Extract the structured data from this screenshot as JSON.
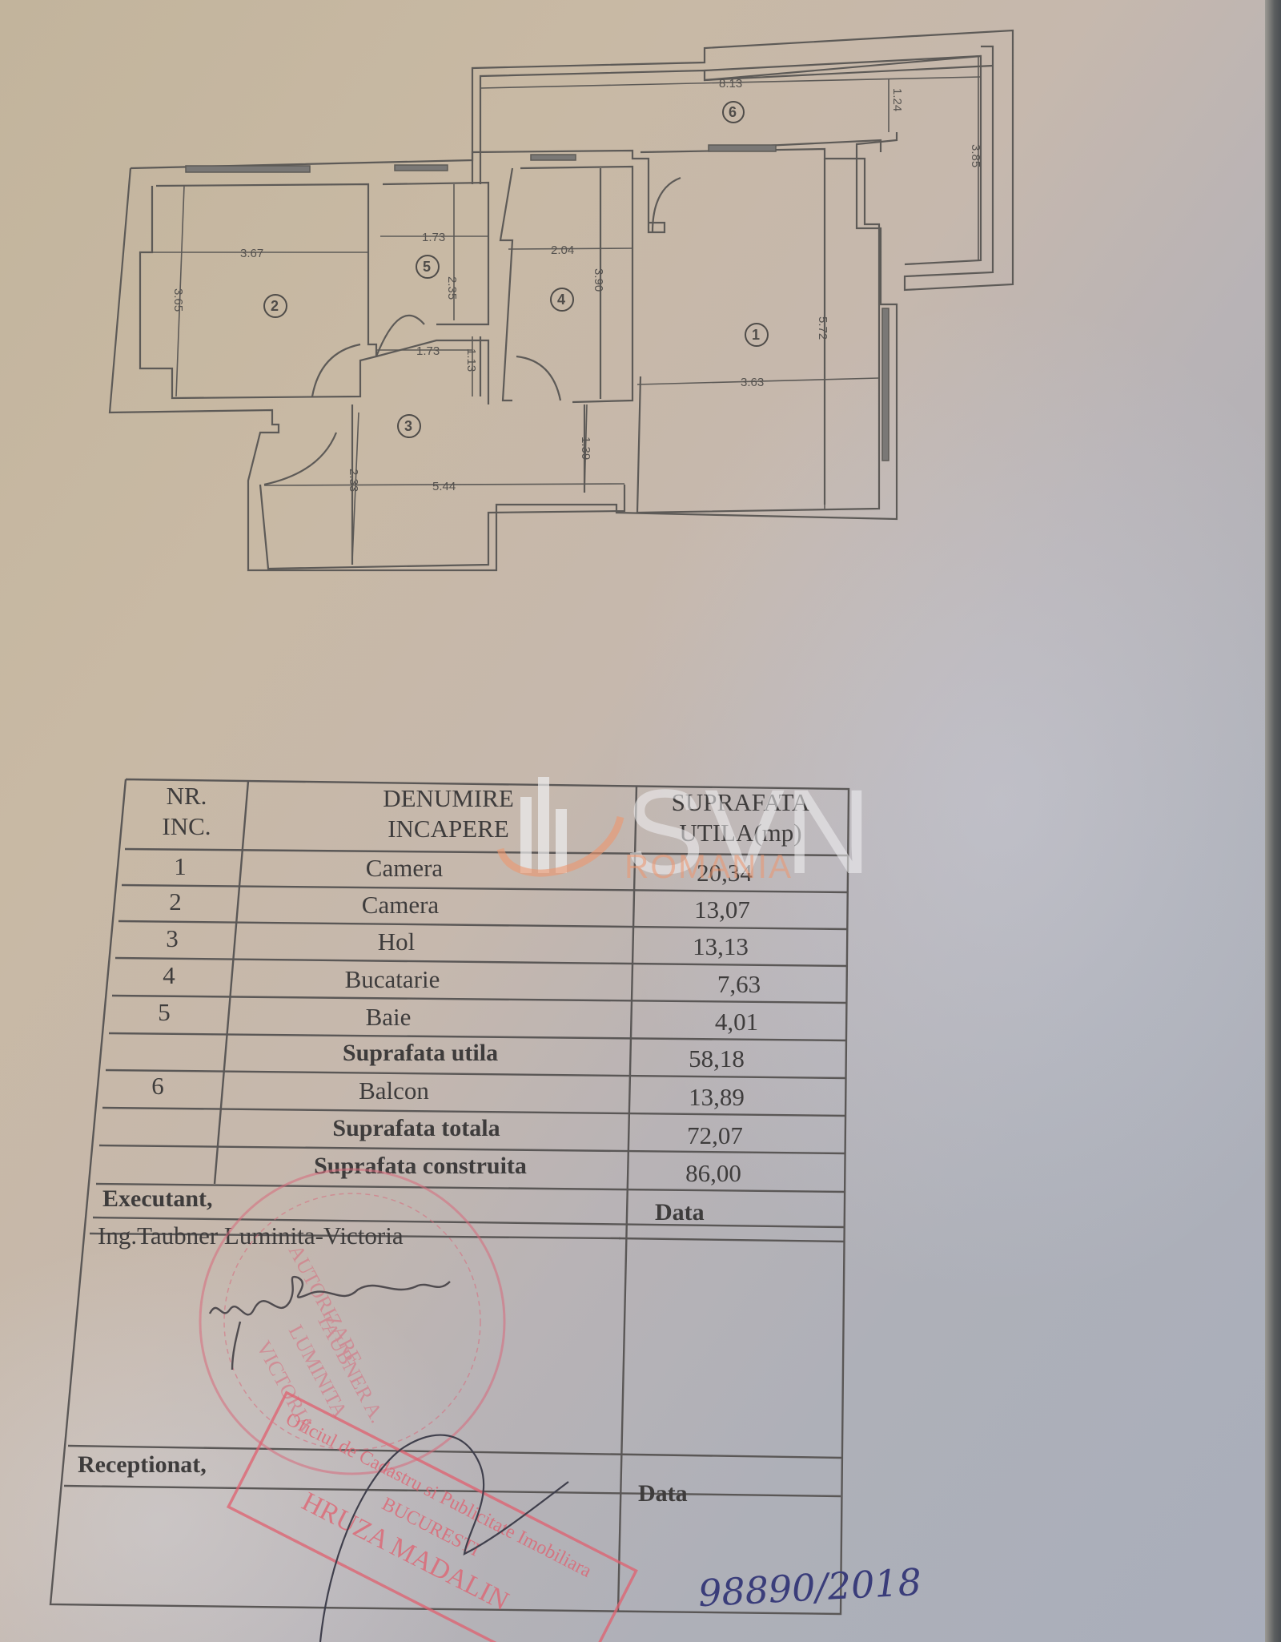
{
  "floor_plan": {
    "rooms": [
      {
        "nr": "1",
        "label": "1"
      },
      {
        "nr": "2",
        "label": "2"
      },
      {
        "nr": "3",
        "label": "3"
      },
      {
        "nr": "4",
        "label": "4"
      },
      {
        "nr": "5",
        "label": "5"
      },
      {
        "nr": "6",
        "label": "6"
      }
    ],
    "dimensions": {
      "balcony_length": "8.13",
      "balcony_depth": "1.24",
      "balcony_side": "3.85",
      "room2_width": "3.67",
      "room2_depth": "3.65",
      "bath_width": "1.73",
      "bath_depth": "2.35",
      "hall_small_width": "1.73",
      "hall_small_depth": "1.13",
      "kitchen_width": "2.04",
      "kitchen_depth": "3.90",
      "room1_width": "3.63",
      "room1_depth": "5.72",
      "hall_length": "5.44",
      "hall_depth": "2.33",
      "hall_corridor": "1.39"
    }
  },
  "table": {
    "headers": {
      "nr_line1": "NR.",
      "nr_line2": "INC.",
      "name_line1": "DENUMIRE",
      "name_line2": "INCAPERE",
      "area_line1": "SUPRAFATA",
      "area_line2": "UTILA(mp)"
    },
    "rows": [
      {
        "nr": "1",
        "name": "Camera",
        "area": "20,34"
      },
      {
        "nr": "2",
        "name": "Camera",
        "area": "13,07"
      },
      {
        "nr": "3",
        "name": "Hol",
        "area": "13,13"
      },
      {
        "nr": "4",
        "name": "Bucatarie",
        "area": "7,63"
      },
      {
        "nr": "5",
        "name": "Baie",
        "area": "4,01"
      },
      {
        "nr": "",
        "name": "Suprafata utila",
        "area": "58,18",
        "bold": true
      },
      {
        "nr": "6",
        "name": "Balcon",
        "area": "13,89"
      },
      {
        "nr": "",
        "name": "Suprafata totala",
        "area": "72,07",
        "bold": true
      },
      {
        "nr": "",
        "name": "Suprafata construita",
        "area": "86,00",
        "bold": true
      }
    ],
    "executant_label": "Executant,",
    "executant_name": "Ing.Taubner Luminita-Victoria",
    "executant_signature": "Ing. Taubner",
    "data_label_1": "Data",
    "receptionat_label": "Receptionat,",
    "data_label_2": "Data",
    "registration_number": "98890/2018"
  },
  "stamps": {
    "round_stamp_lines": [
      "AUTORIZARE",
      "TAUBNER A.",
      "LUMINITA",
      "VICTORIA"
    ],
    "rect_stamp_lines": [
      "Oficiul de Cadastru si Publicitate Imobiliara",
      "BUCURESTI",
      "HRUZA MADALIN"
    ]
  },
  "watermark": {
    "brand": "SVN",
    "sub": "ROMANIA",
    "accent_color": "#ec966e"
  },
  "colors": {
    "ink": "#3e3c3c",
    "line": "#5d5a57",
    "stamp_red": "#d86a7c",
    "pen_blue": "#3a3d7a"
  }
}
